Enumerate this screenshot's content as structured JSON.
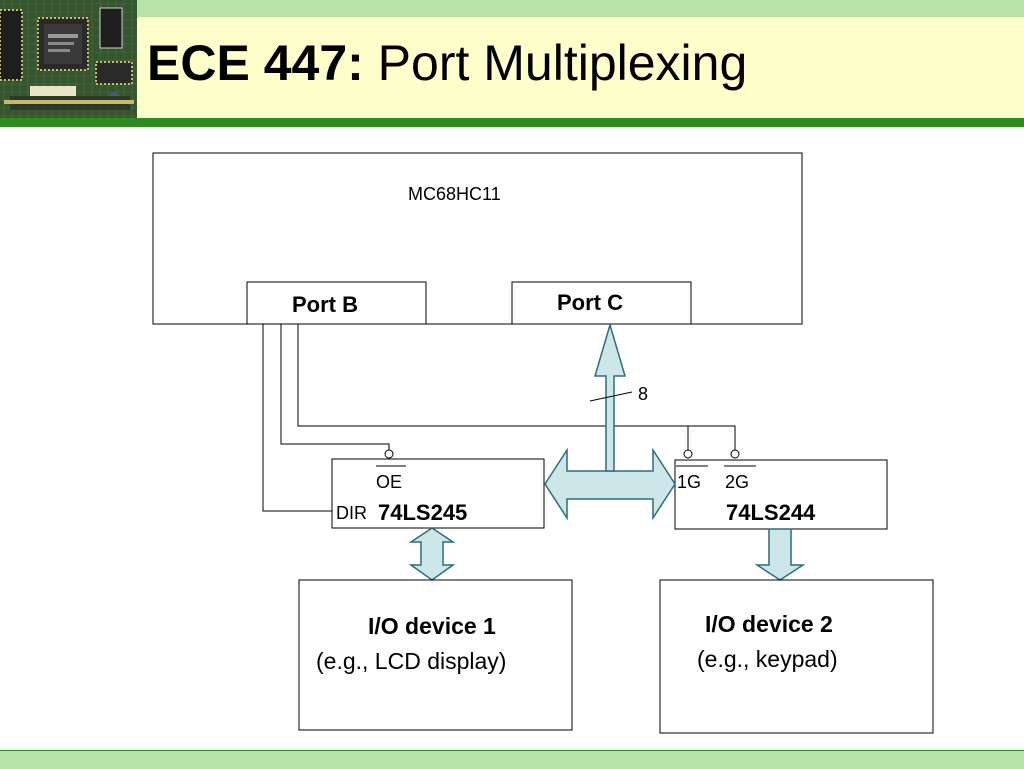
{
  "title": {
    "bold": "ECE 447:",
    "rest": " Port Multiplexing"
  },
  "mcu": {
    "label": "MC68HC11",
    "port_b": "Port B",
    "port_c": "Port C"
  },
  "bus_width": "8",
  "transceiver": {
    "name": "74LS245",
    "oe": "OE",
    "dir": "DIR"
  },
  "buffer": {
    "name": "74LS244",
    "g1": "1G",
    "g2": "2G"
  },
  "device1": {
    "name": "I/O device 1",
    "example": "(e.g., LCD display)"
  },
  "device2": {
    "name": "I/O device 2",
    "example": "(e.g., keypad)"
  },
  "colors": {
    "arrow_fill": "#cce6ea",
    "arrow_stroke": "#2a6f78",
    "title_band": "#ffffcc",
    "accent_green": "#2e8b1f"
  }
}
